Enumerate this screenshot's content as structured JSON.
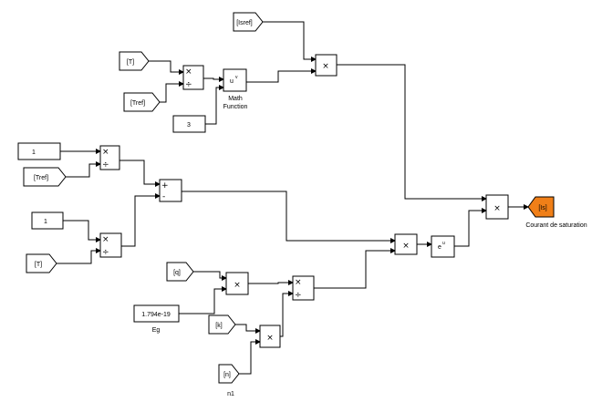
{
  "colors": {
    "goto_fill": "#f07f18",
    "line": "#000000",
    "background": "#ffffff"
  },
  "from_blocks": {
    "isref": "[Isref]",
    "t_top": "[T]",
    "tref_top": "[Tref]",
    "tref_mid": "[Tref]",
    "t_bottom": "[T]",
    "q": "[q]",
    "k": "[k]",
    "n": "[n]"
  },
  "constants": {
    "three": "3",
    "one_a": "1",
    "one_b": "1",
    "eg_value": "1.794e-19"
  },
  "goto_block": {
    "text": "[Is]",
    "label": "Courant de saturation"
  },
  "labels": {
    "math_function_line1": "Math",
    "math_function_line2": "Function",
    "eg": "Eg",
    "n1": "n1"
  },
  "symbols": {
    "multiply": "×",
    "divide": "÷",
    "plus": "+",
    "minus": "-",
    "pow_base": "u",
    "pow_exp": "v",
    "exp_base": "e",
    "exp_exp": "u"
  }
}
